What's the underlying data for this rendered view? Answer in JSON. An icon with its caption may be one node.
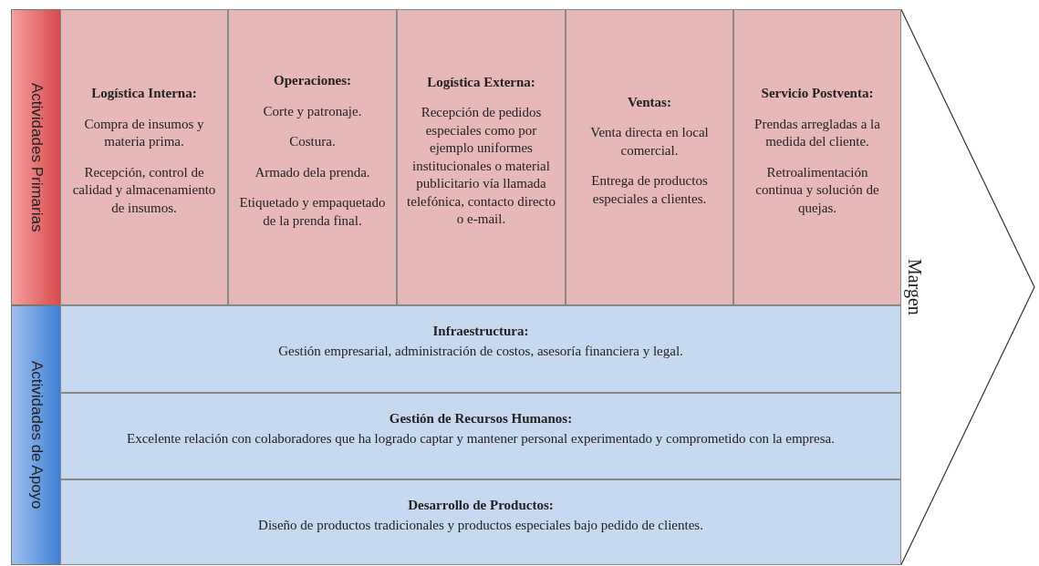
{
  "diagram": {
    "nodes": [
      {
        "text": [
          "Actividades Primarias"
        ]
      },
      {
        "text": [
          "Logística Interna:",
          "Compra de insumos y materia prima.",
          "Recepción, control de calidad y almacenamiento de insumos."
        ]
      },
      {
        "text": [
          "Operaciones:",
          "Corte y patronaje.",
          "Costura.",
          "Armado dela prenda.",
          "Etiquetado y empaquetado de la prenda final."
        ]
      },
      {
        "text": [
          "Logística Externa:",
          "Recepción de pedidos especiales como por ejemplo uniformes institucionales o material publicitario vía llamada telefónica, contacto directo o e-mail."
        ]
      },
      {
        "text": [
          "Ventas:",
          "Venta directa en local comercial.",
          "Entrega de productos especiales a clientes."
        ]
      },
      {
        "text": [
          "Servicio Postventa:",
          "Prendas arregladas a la medida del cliente.",
          "Retroalimentación continua y solución de quejas."
        ]
      },
      {
        "text": [
          "Actividades de Apoyo"
        ]
      },
      {
        "text": [
          "Infraestructura:",
          "Gestión empresarial, administración de costos, asesoría financiera y legal."
        ]
      },
      {
        "text": [
          "Gestión de Recursos Humanos:",
          "Excelente relación con colaboradores que ha logrado captar y mantener personal experimentado y comprometido con la empresa."
        ]
      },
      {
        "text": [
          "Desarrollo de Productos:",
          "Diseño de productos tradicionales y productos especiales  bajo pedido de clientes."
        ]
      },
      {
        "text": [
          "Margen"
        ]
      }
    ],
    "edges": []
  }
}
